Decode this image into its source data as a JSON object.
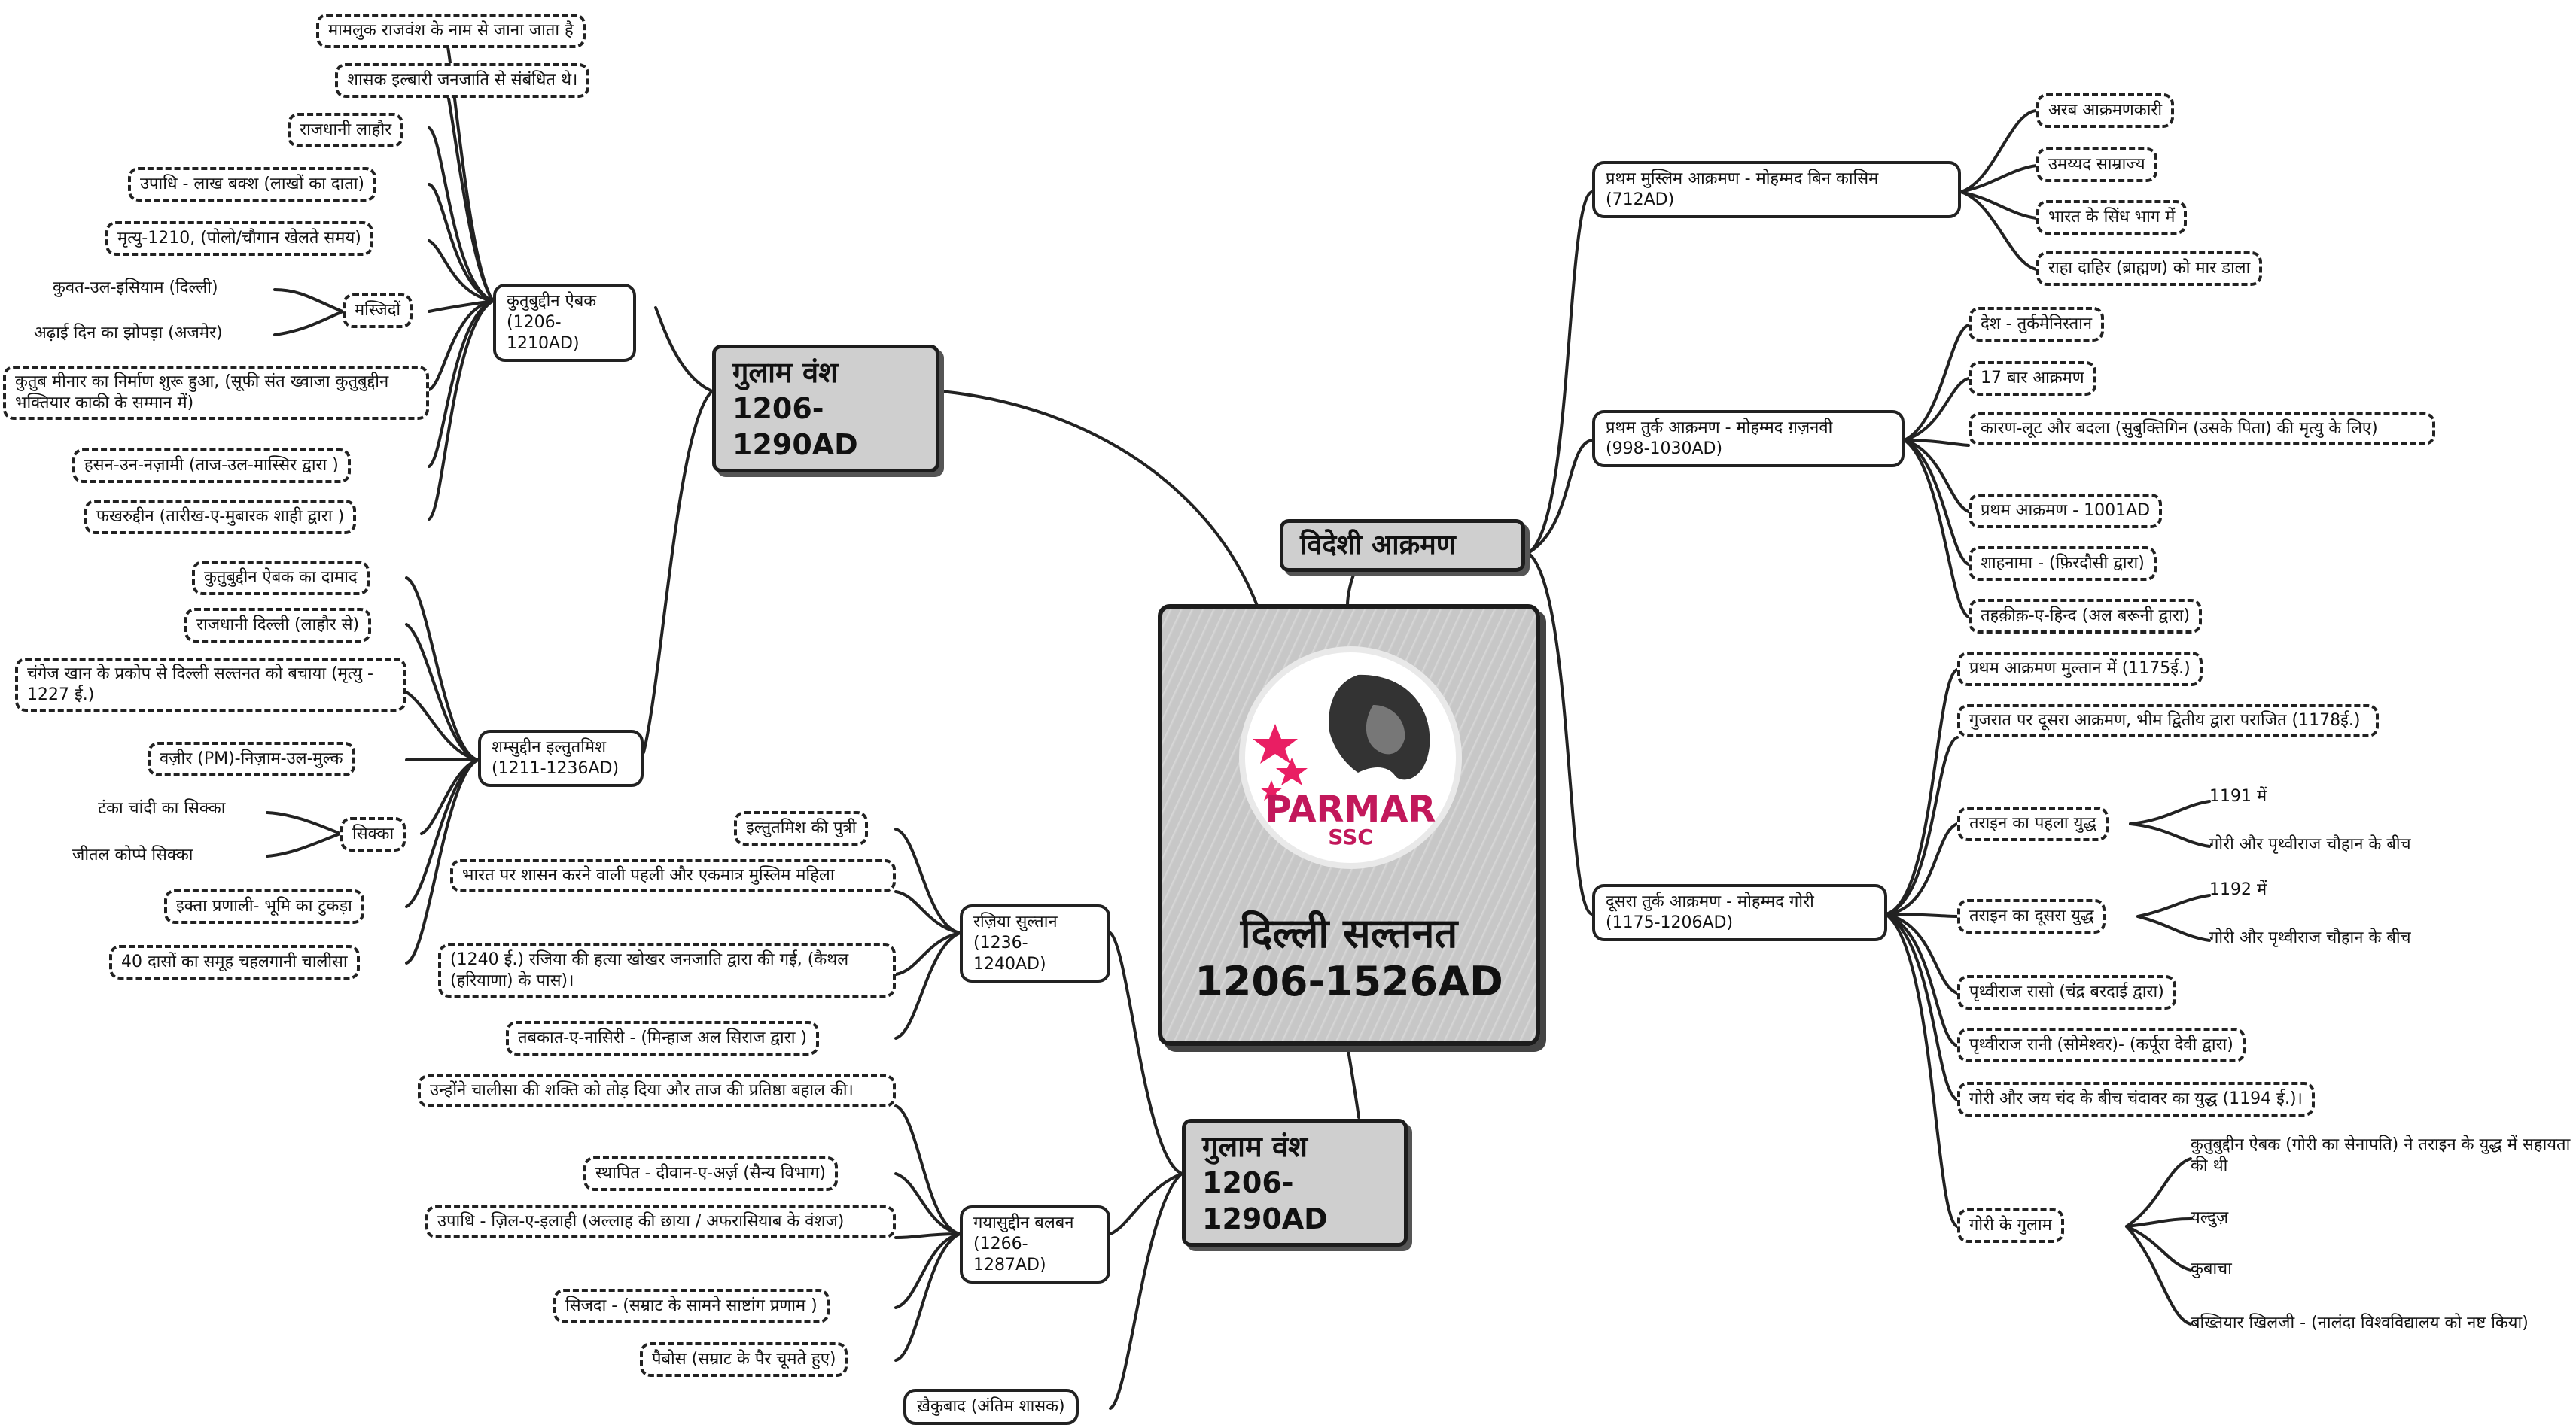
{
  "center": {
    "title": "दिल्ली सल्तनत",
    "period": "1206-1526AD",
    "logo_text": "PARMAR",
    "logo_sub": "SSC"
  },
  "slave_dynasty_top": {
    "title": "गुलाम वंश",
    "period": "1206-1290AD",
    "intro": [
      "मामलुक राजवंश के नाम से जाना जाता है",
      "शासक इल्बारी जनजाति से संबंधित थे।"
    ],
    "aibak": {
      "label": "कुतुबुद्दीन ऐबक",
      "period": "(1206-1210AD)",
      "facts": [
        "राजधानी लाहौर",
        "उपाधि - लाख बक्श (लाखों का दाता)",
        "मृत्यु-1210, (पोलो/चौगान खेलते समय)",
        "कुतुब मीनार का निर्माण शुरू हुआ, (सूफी संत ख्वाजा कुतुबुद्दीन भक्तियार काकी के सम्मान में)",
        "हसन-उन-नज़ामी (ताज-उल-मास्सिर द्वारा )",
        "फखरुद्दीन (तारीख-ए-मुबारक शाही द्वारा )"
      ],
      "mosques_label": "मस्जिदों",
      "mosques": [
        "कुवत-उल-इसियाम (दिल्ली)",
        "अढ़ाई दिन का झोपड़ा (अजमेर)"
      ]
    },
    "iltutmish": {
      "label": "शम्सुद्दीन इल्तुतमिश",
      "period": "(1211-1236AD)",
      "facts": [
        "कुतुबुद्दीन ऐबक का दामाद",
        "राजधानी दिल्ली (लाहौर से)",
        "चंगेज खान के प्रकोप से दिल्ली सल्तनत को बचाया (मृत्यु - 1227 ई.)",
        "वज़ीर (PM)-निज़ाम-उल-मुल्क",
        "इक्ता प्रणाली- भूमि का टुकड़ा",
        "40 दासों का समूह चहलगानी चालीसा"
      ],
      "coins_label": "सिक्का",
      "coins": [
        "टंका चांदी का सिक्का",
        "जीतल कोप्पे सिक्का"
      ]
    }
  },
  "slave_dynasty_bottom": {
    "title": "गुलाम वंश",
    "period": "1206-1290AD",
    "razia": {
      "label": "रज़िया सुल्तान",
      "period": "(1236-1240AD)",
      "facts": [
        "इल्तुतमिश की पुत्री",
        "भारत पर शासन करने वाली पहली और एकमात्र मुस्लिम महिला",
        "(1240 ई.) रजिया की हत्या खोखर जनजाति द्वारा की गई, (कैथल (हरियाणा) के पास)।",
        "तबकात-ए-नासिरी - (मिन्हाज अल सिराज द्वारा )"
      ]
    },
    "balban": {
      "label": "गयासुद्दीन बलबन",
      "period": "(1266-1287AD)",
      "facts": [
        "उन्होंने चालीसा की शक्ति को तोड़ दिया और ताज की प्रतिष्ठा बहाल की।",
        "स्थापित - दीवान-ए-अर्ज़ (सैन्य विभाग)",
        "उपाधि - ज़िल-ए-इलाही (अल्लाह की छाया / अफरासियाब के वंशज)",
        "सिजदा - (सम्राट के सामने साष्टांग प्रणाम )",
        "पैबोस (सम्राट के पैर चूमते हुए)"
      ]
    },
    "last": "ख़ैकुबाद (अंतिम शासक)"
  },
  "foreign_invasions": {
    "title": "विदेशी आक्रमण",
    "qasim": {
      "label": "प्रथम मुस्लिम आक्रमण - मोहम्मद बिन कासिम",
      "period": "(712AD)",
      "facts": [
        "अरब आक्रमणकारी",
        "उमय्यद साम्राज्य",
        "भारत के सिंध भाग में",
        "राहा दाहिर (ब्राह्मण) को मार डाला"
      ]
    },
    "ghaznavi": {
      "label": "प्रथम तुर्क आक्रमण - मोहम्मद ग़ज़नवी",
      "period": "(998-1030AD)",
      "facts": [
        "देश - तुर्कमेनिस्तान",
        "17 बार आक्रमण",
        "कारण-लूट और बदला (सुबुक्तिगिन (उसके पिता) की मृत्यु के लिए)",
        "प्रथम आक्रमण - 1001AD",
        "शाहनामा - (फ़िरदौसी द्वारा)",
        "तहक़ीक़-ए-हिन्द (अल बरूनी द्वारा)"
      ]
    },
    "ghori": {
      "label": "दूसरा तुर्क आक्रमण - मोहम्मद गोरी",
      "period": "(1175-1206AD)",
      "facts_top": [
        "प्रथम आक्रमण मुल्तान में (1175ई.)",
        "गुजरात पर दूसरा आक्रमण, भीम द्वितीय द्वारा पराजित (1178ई.)"
      ],
      "tarain1": {
        "label": "तराइन का पहला युद्ध",
        "items": [
          "1191 में",
          "गोरी और पृथ्वीराज चौहान के बीच"
        ]
      },
      "tarain2": {
        "label": "तराइन का दूसरा युद्ध",
        "items": [
          "1192 में",
          "गोरी और पृथ्वीराज चौहान के बीच"
        ]
      },
      "facts_bottom": [
        "पृथ्वीराज रासो (चंद्र बरदाई द्वारा)",
        "पृथ्वीराज रानी (सोमेश्वर)- (कर्पूरा देवी द्वारा)",
        "गोरी और जय चंद के बीच चंदावर का युद्ध (1194 ई.)।"
      ],
      "slaves": {
        "label": "गोरी के गुलाम",
        "items": [
          "कुतुबुद्दीन ऐबक (गोरी का सेनापति) ने तराइन के युद्ध में सहायता की थी",
          "यल्दुज़",
          "कुबाचा",
          "बख्तियार खिलजी - (नालंदा विश्वविद्यालय को नष्ट किया)"
        ]
      }
    }
  },
  "colors": {
    "line": "#222222",
    "main_fill": "#cfcfcf",
    "logo_text": "#c2185b",
    "logo_stars": "#e91e63"
  }
}
